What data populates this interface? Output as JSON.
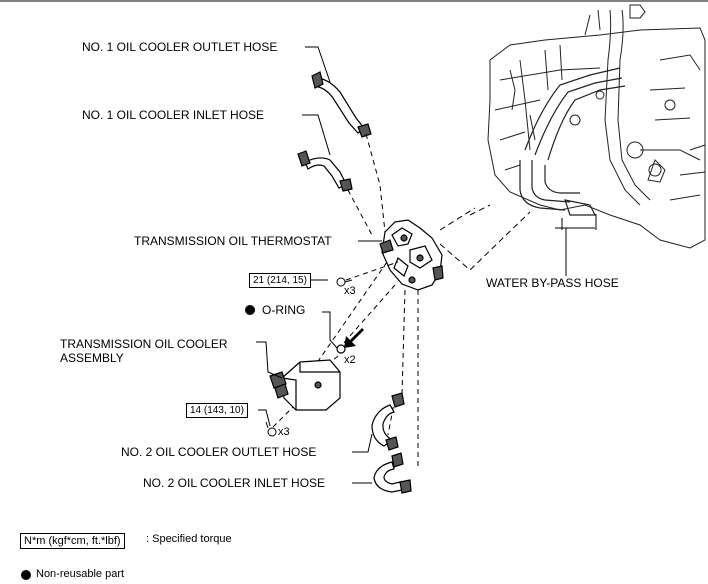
{
  "labels": {
    "no1_outlet": "NO. 1 OIL COOLER OUTLET HOSE",
    "no1_inlet": "NO. 1 OIL COOLER INLET HOSE",
    "thermostat": "TRANSMISSION OIL THERMOSTAT",
    "water_bypass": "WATER BY-PASS HOSE",
    "oring": "O-RING",
    "cooler_line1": "TRANSMISSION OIL COOLER",
    "cooler_line2": "ASSEMBLY",
    "no2_outlet": "NO. 2 OIL COOLER OUTLET HOSE",
    "no2_inlet": "NO. 2 OIL COOLER INLET HOSE"
  },
  "torque": {
    "upper_value": "21 (214, 15)",
    "lower_value": "14 (143, 10)"
  },
  "quantities": {
    "thermostat_bolts": "x3",
    "orings": "x2",
    "cooler_bolts": "x3"
  },
  "legend": {
    "torque_unit": "N*m (kgf*cm, ft.*lbf)",
    "torque_text": ": Specified torque",
    "nonreusable_text": "Non-reusable part"
  }
}
